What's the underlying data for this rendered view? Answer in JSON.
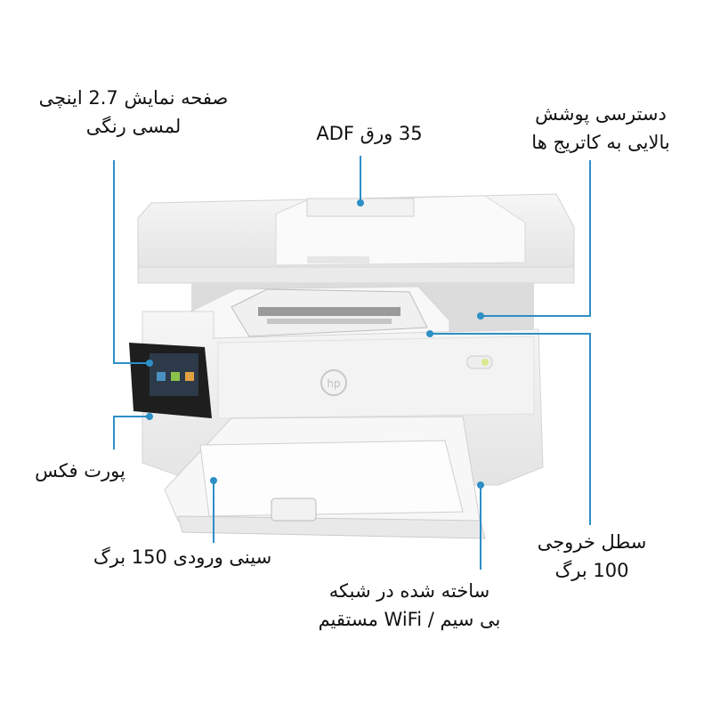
{
  "accent_color": "#2d8fc6",
  "labels": {
    "touchscreen": {
      "line1": "صفحه نمایش 2.7 اینچی",
      "line2": "لمسی رنگی"
    },
    "adf": {
      "line1": "35 ورق ADF"
    },
    "cartridge_access": {
      "line1": "دسترسی پوشش",
      "line2": "بالایی به کاتریج ها"
    },
    "fax_port": {
      "line1": "پورت فکس"
    },
    "input_tray": {
      "line1": "سینی ورودی 150 برگ"
    },
    "output_tray": {
      "line1": "سطل خروجی",
      "line2": "100 برگ"
    },
    "wifi": {
      "line1": "ساخته شده در شبکه",
      "line2": "بی سیم / WiFi مستقیم"
    }
  },
  "printer": {
    "brand_logo": "hp"
  }
}
